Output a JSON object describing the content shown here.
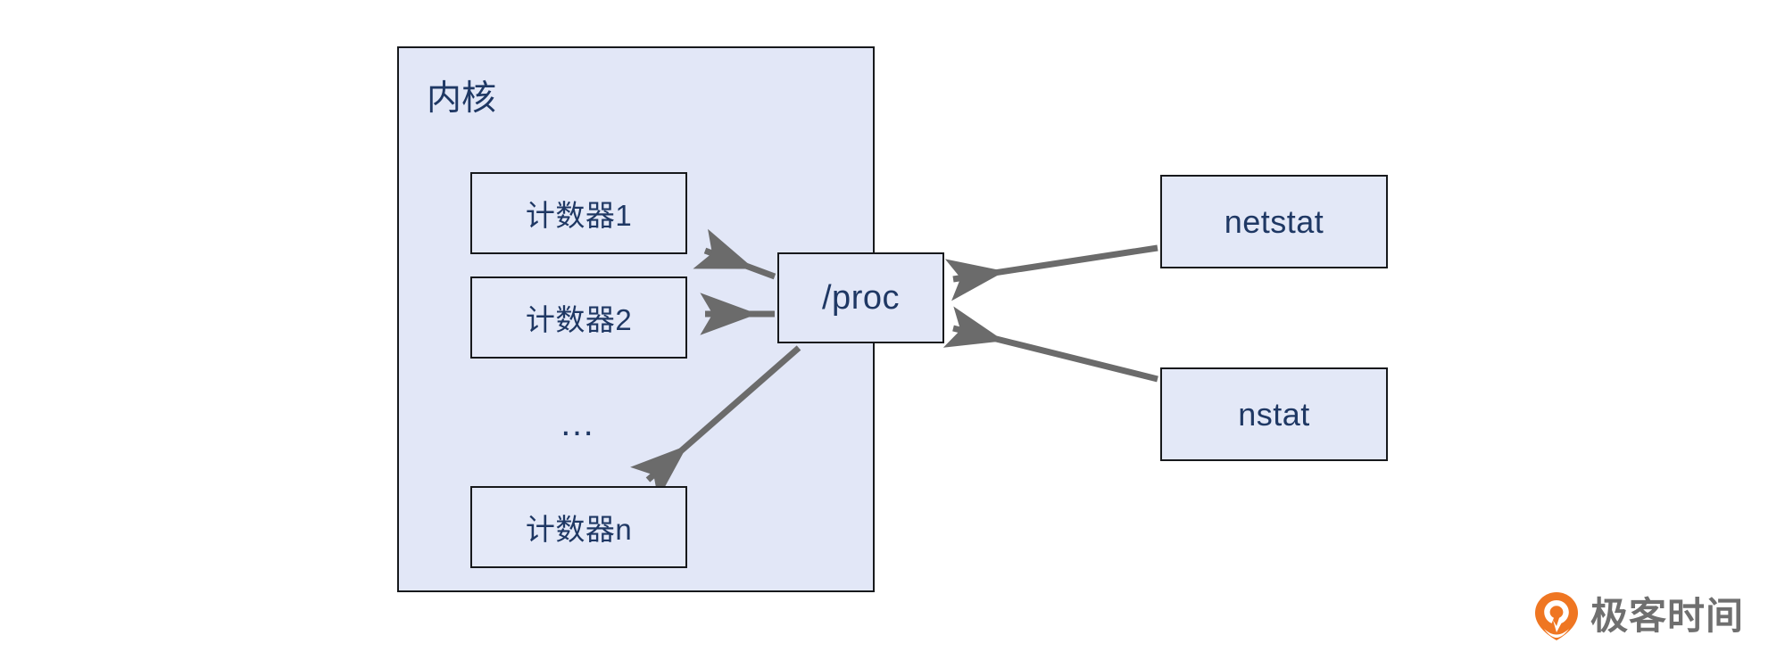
{
  "diagram": {
    "title": "kernel-proc-counters",
    "background": "#ffffff",
    "kernel": {
      "label": "内核",
      "fill": "#e2e7f7",
      "stroke": "#17191c"
    },
    "counters": [
      {
        "label": "计数器1"
      },
      {
        "label": "计数器2"
      },
      {
        "label": "计数器n"
      }
    ],
    "ellipsis": "…",
    "proc": {
      "label": "/proc",
      "fill": "#e2e7f7",
      "stroke": "#17191c"
    },
    "tools": [
      {
        "label": "netstat"
      },
      {
        "label": "nstat"
      }
    ],
    "arrow_color": "#6b6b6b",
    "text_color": "#1f3864",
    "edges": [
      {
        "from": "/proc",
        "to": "计数器1"
      },
      {
        "from": "/proc",
        "to": "计数器2"
      },
      {
        "from": "/proc",
        "to": "计数器n"
      },
      {
        "from": "netstat",
        "to": "/proc"
      },
      {
        "from": "nstat",
        "to": "/proc"
      }
    ]
  },
  "watermark": {
    "brand": "极客时间",
    "icon": "geektime-pin-icon",
    "icon_color": "#ef7622",
    "text_color": "#6f6f6f"
  }
}
